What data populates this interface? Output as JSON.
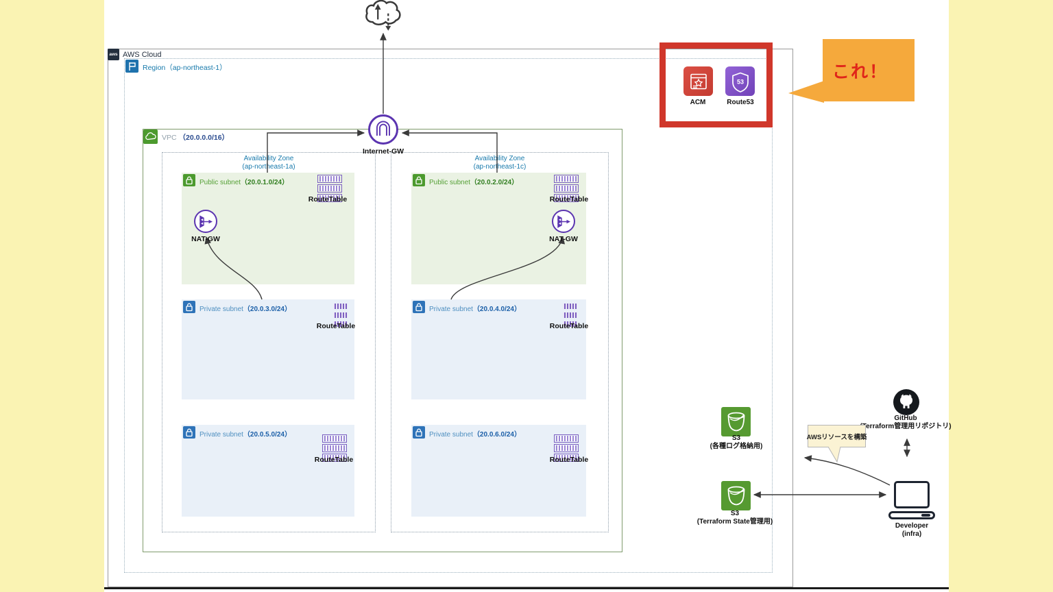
{
  "colors": {
    "background": "#FAF3B3",
    "highlight_red": "#D0372B",
    "callout_orange": "#F5A93C",
    "callout_text_red": "#E0251A",
    "gateway_purple": "#5B34B0",
    "routetable_purple": "#7B5FC0",
    "public_green": "#3F8624",
    "private_blue": "#147EBA",
    "vpc_icon_green": "#4C9A2E",
    "s3_green": "#569A31",
    "acm_red": "#D5453C",
    "route53_purple": "#8456C8",
    "dark": "#232F3E"
  },
  "aws_cloud": {
    "label": "AWS Cloud",
    "logo": "aws"
  },
  "region": {
    "label": "Region（ap-northeast-1）"
  },
  "vpc": {
    "name": "VPC",
    "cidr": "（20.0.0.0/16）"
  },
  "internet_gw": {
    "label": "Internet-GW"
  },
  "azs": [
    {
      "line1": "Availability Zone",
      "line2": "(ap-northeast-1a)"
    },
    {
      "line1": "Availability Zone",
      "line2": "(ap-northeast-1c)"
    }
  ],
  "subnets": [
    {
      "kind": "public",
      "name": "Public subnet",
      "cidr": "（20.0.1.0/24）",
      "route_table": "RouteTable"
    },
    {
      "kind": "public",
      "name": "Public subnet",
      "cidr": "（20.0.2.0/24）",
      "route_table": "RouteTable"
    },
    {
      "kind": "private",
      "name": "Private subnet",
      "cidr": "（20.0.3.0/24）",
      "route_table": "RouteTable"
    },
    {
      "kind": "private",
      "name": "Private subnet",
      "cidr": "（20.0.4.0/24）",
      "route_table": "RouteTable"
    },
    {
      "kind": "private",
      "name": "Private subnet",
      "cidr": "（20.0.5.0/24）",
      "route_table": "RouteTable"
    },
    {
      "kind": "private",
      "name": "Private subnet",
      "cidr": "（20.0.6.0/24）",
      "route_table": "RouteTable"
    }
  ],
  "nat_gws": [
    {
      "label": "NAT-GW"
    },
    {
      "label": "NAT-GW"
    }
  ],
  "highlight": {
    "acm": "ACM",
    "route53": "Route53",
    "callout": "これ！"
  },
  "s3_logs": {
    "line1": "S3",
    "line2": "(各種ログ格納用)"
  },
  "s3_state": {
    "line1": "S3",
    "line2": "(Terraform State管理用)"
  },
  "github": {
    "line1": "GitHub",
    "line2": "(Terraform管理用リポジトリ)"
  },
  "developer": {
    "line1": "Developer",
    "line2": "(infra)"
  },
  "note": "AWSリソースを構築"
}
